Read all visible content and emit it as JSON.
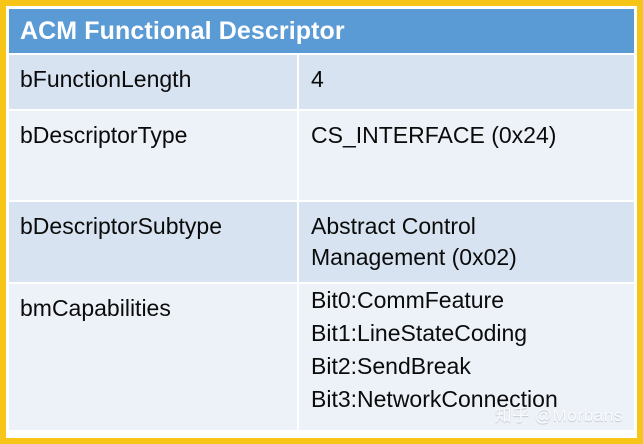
{
  "card": {
    "border_color": "#f7c518",
    "background": "#ffffff"
  },
  "header": {
    "title": "ACM Functional Descriptor",
    "background": "#5b9bd5",
    "text_color": "#ffffff"
  },
  "table": {
    "row_shade_dark": "#d7e3f1",
    "row_shade_light": "#edf1f8",
    "rows": [
      {
        "key": "bFunctionLength",
        "value": "4"
      },
      {
        "key": "bDescriptorType",
        "value": "CS_INTERFACE (0x24)"
      },
      {
        "key": "bDescriptorSubtype",
        "value": "Abstract Control\nManagement (0x02)"
      },
      {
        "key": "bmCapabilities",
        "value": "Bit0:CommFeature\nBit1:LineStateCoding\nBit2:SendBreak\nBit3:NetworkConnection"
      }
    ]
  },
  "watermark": {
    "logo": "知乎",
    "handle": "@Morbans"
  }
}
